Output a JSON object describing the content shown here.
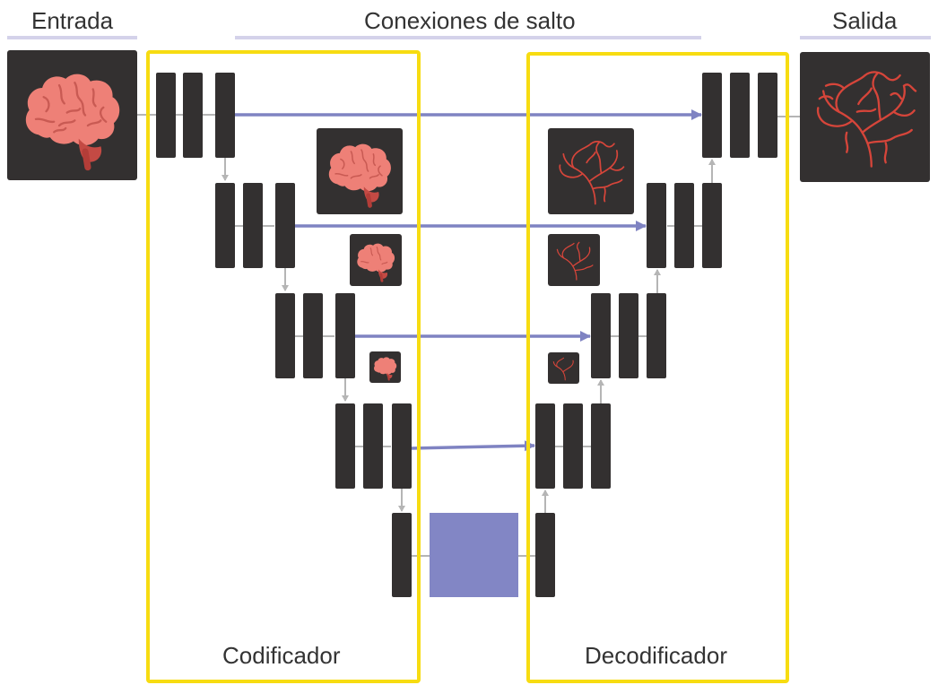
{
  "labels": {
    "input": "Entrada",
    "skip_connections": "Conexiones de salto",
    "output": "Salida",
    "encoder": "Codificador",
    "decoder": "Decodificador"
  },
  "colors": {
    "panel_border": "#f7dc11",
    "block": "#333030",
    "skip_arrow": "#7f83c2",
    "bottleneck": "#8286c5",
    "connector": "#b5b5b5",
    "header_underline": "#d4d2ea",
    "brain": "#ee8077",
    "vessels": "#d6453a"
  },
  "icons": {
    "input_image": "brain-icon",
    "output_image": "vessel-map-icon",
    "skip_arrow": "arrow-right-icon",
    "connector_arrow": "arrow-down-icon"
  }
}
